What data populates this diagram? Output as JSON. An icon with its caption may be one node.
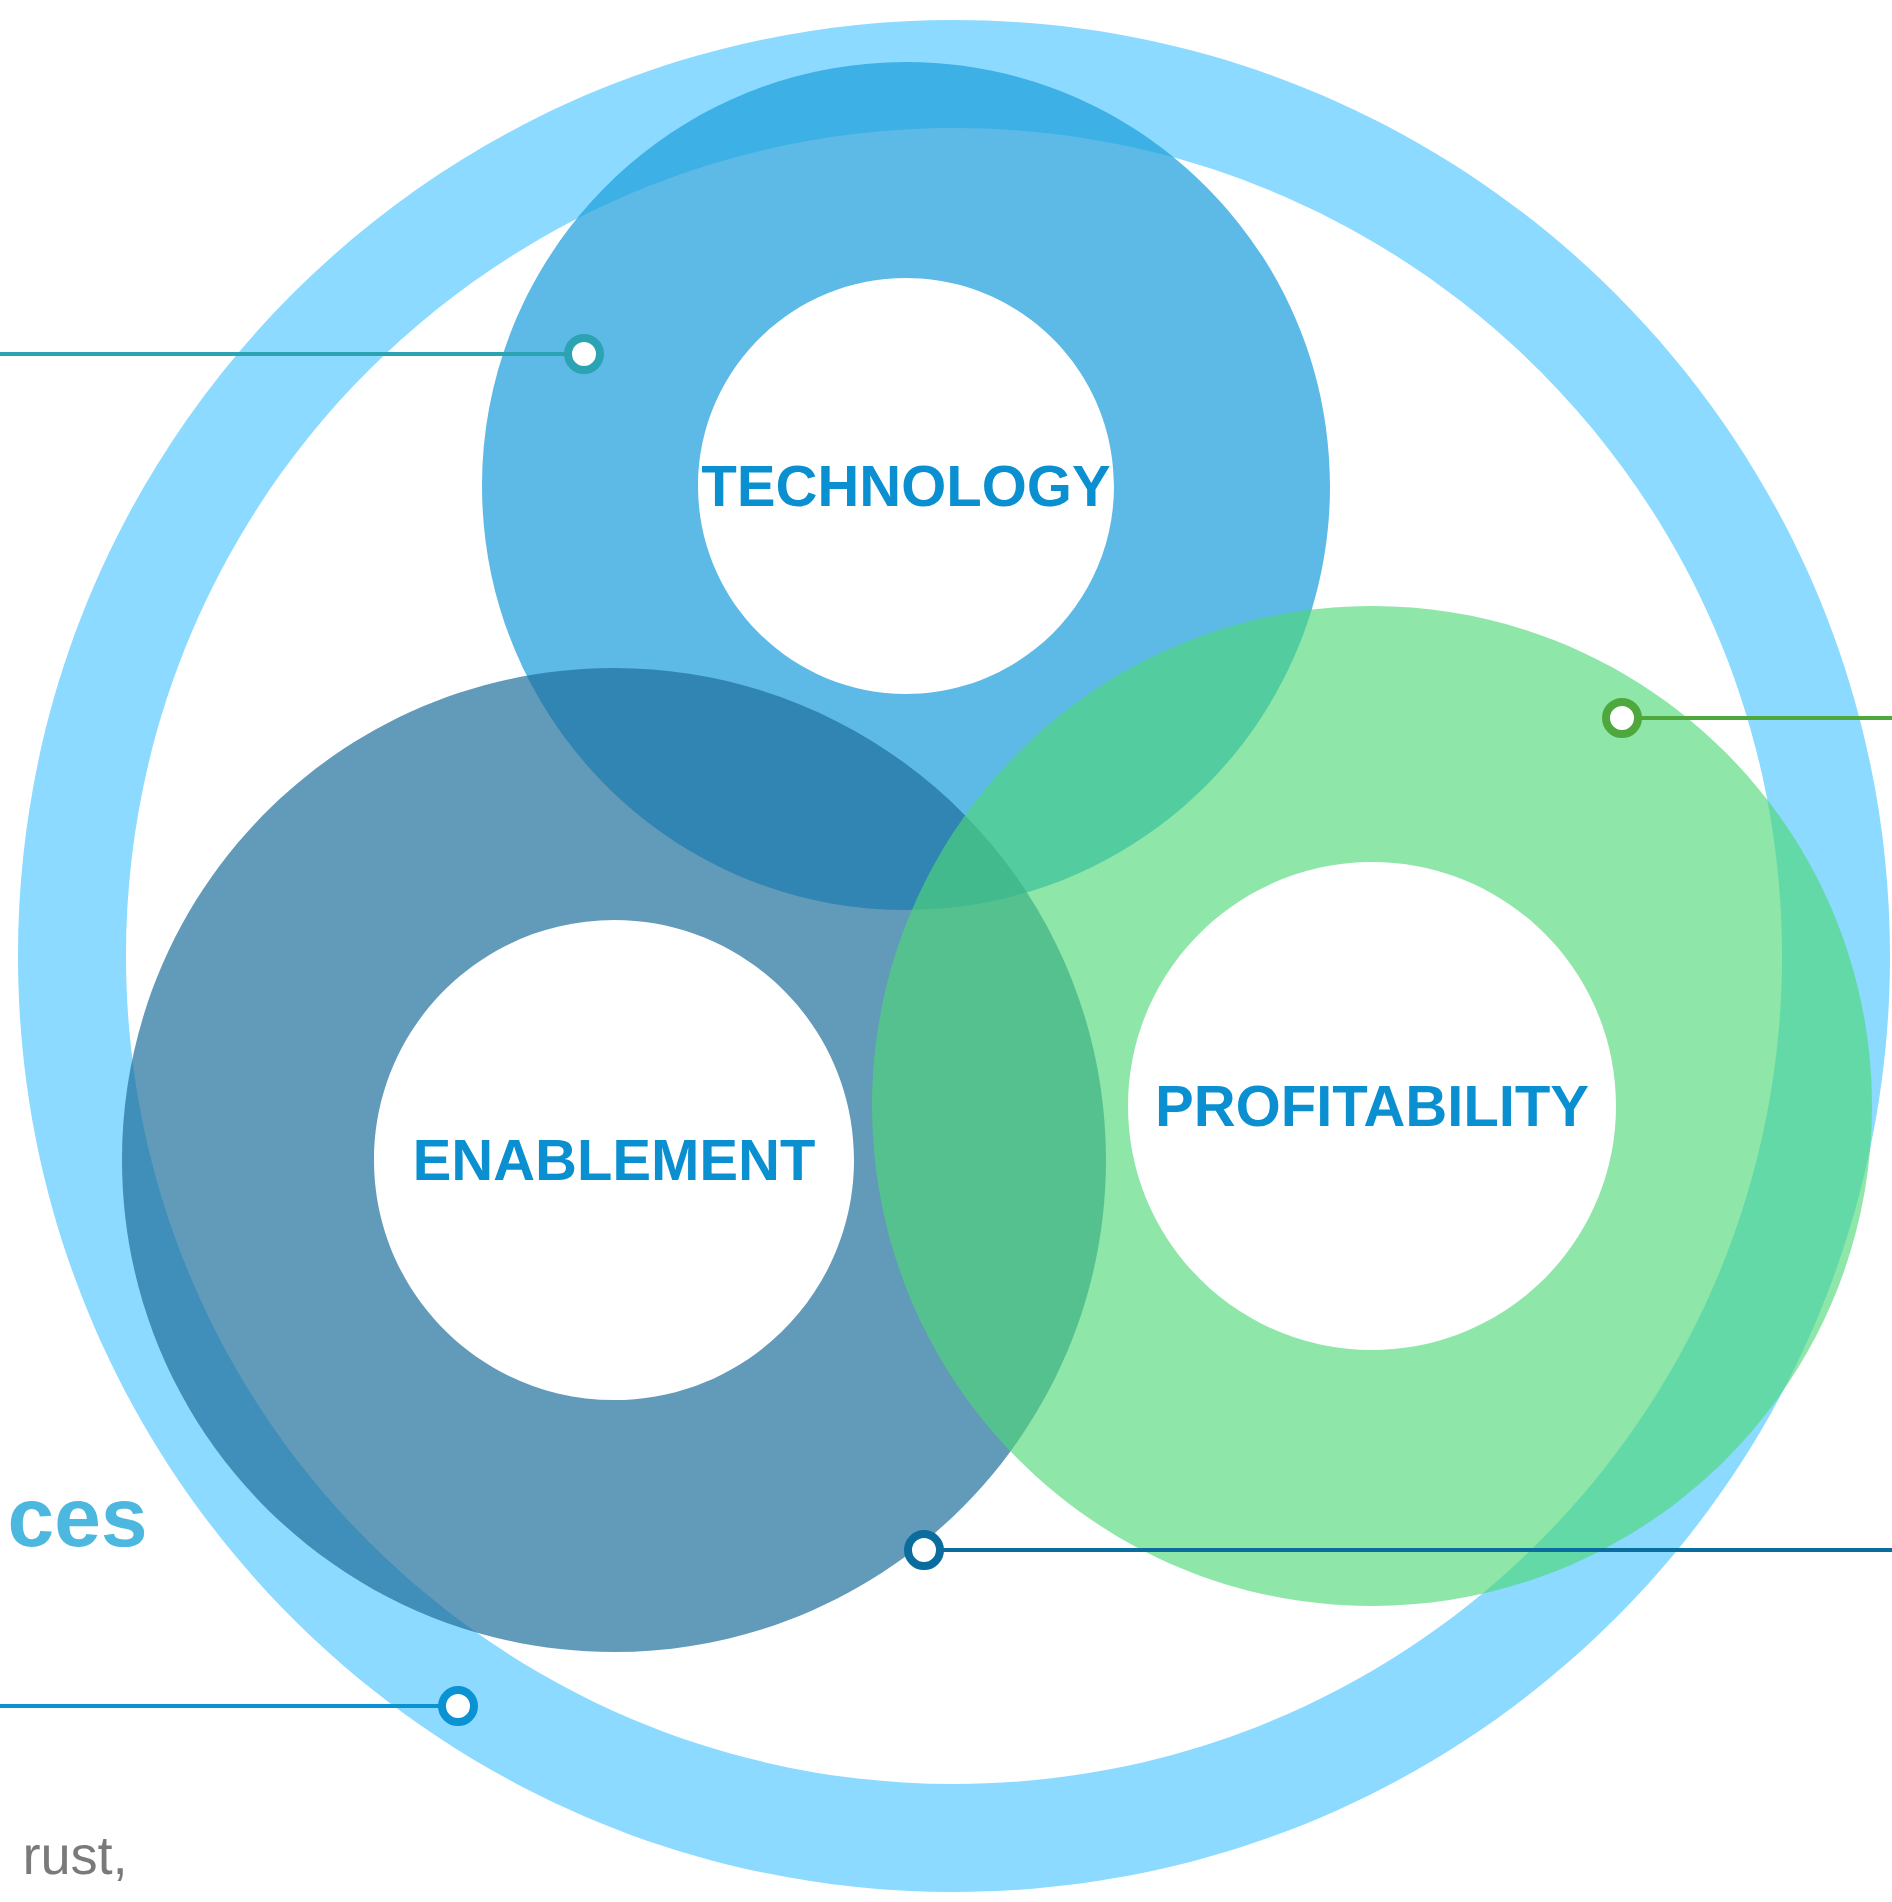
{
  "diagram": {
    "nodes": [
      {
        "text": [],
        "shape": "circle"
      },
      {
        "text": [
          "TECHNOLOGY"
        ],
        "in": 0
      },
      {
        "text": [
          "ENABLEMENT"
        ],
        "in": 0
      },
      {
        "text": [
          "PROFITABILITY"
        ],
        "in": 0
      }
    ],
    "edges": [
      {
        "from": null,
        "to": 1,
        "arrow": "other",
        "color": "#2ba3b3"
      },
      {
        "from": null,
        "to": 3,
        "arrow": "other",
        "color": "#4fa83d"
      },
      {
        "from": null,
        "to": 2,
        "arrow": "other",
        "color": "#0b6c9e"
      },
      {
        "from": null,
        "to": 0,
        "arrow": "other",
        "color": "#0a92d3"
      }
    ],
    "labels": [
      "ces",
      "rust,"
    ]
  }
}
